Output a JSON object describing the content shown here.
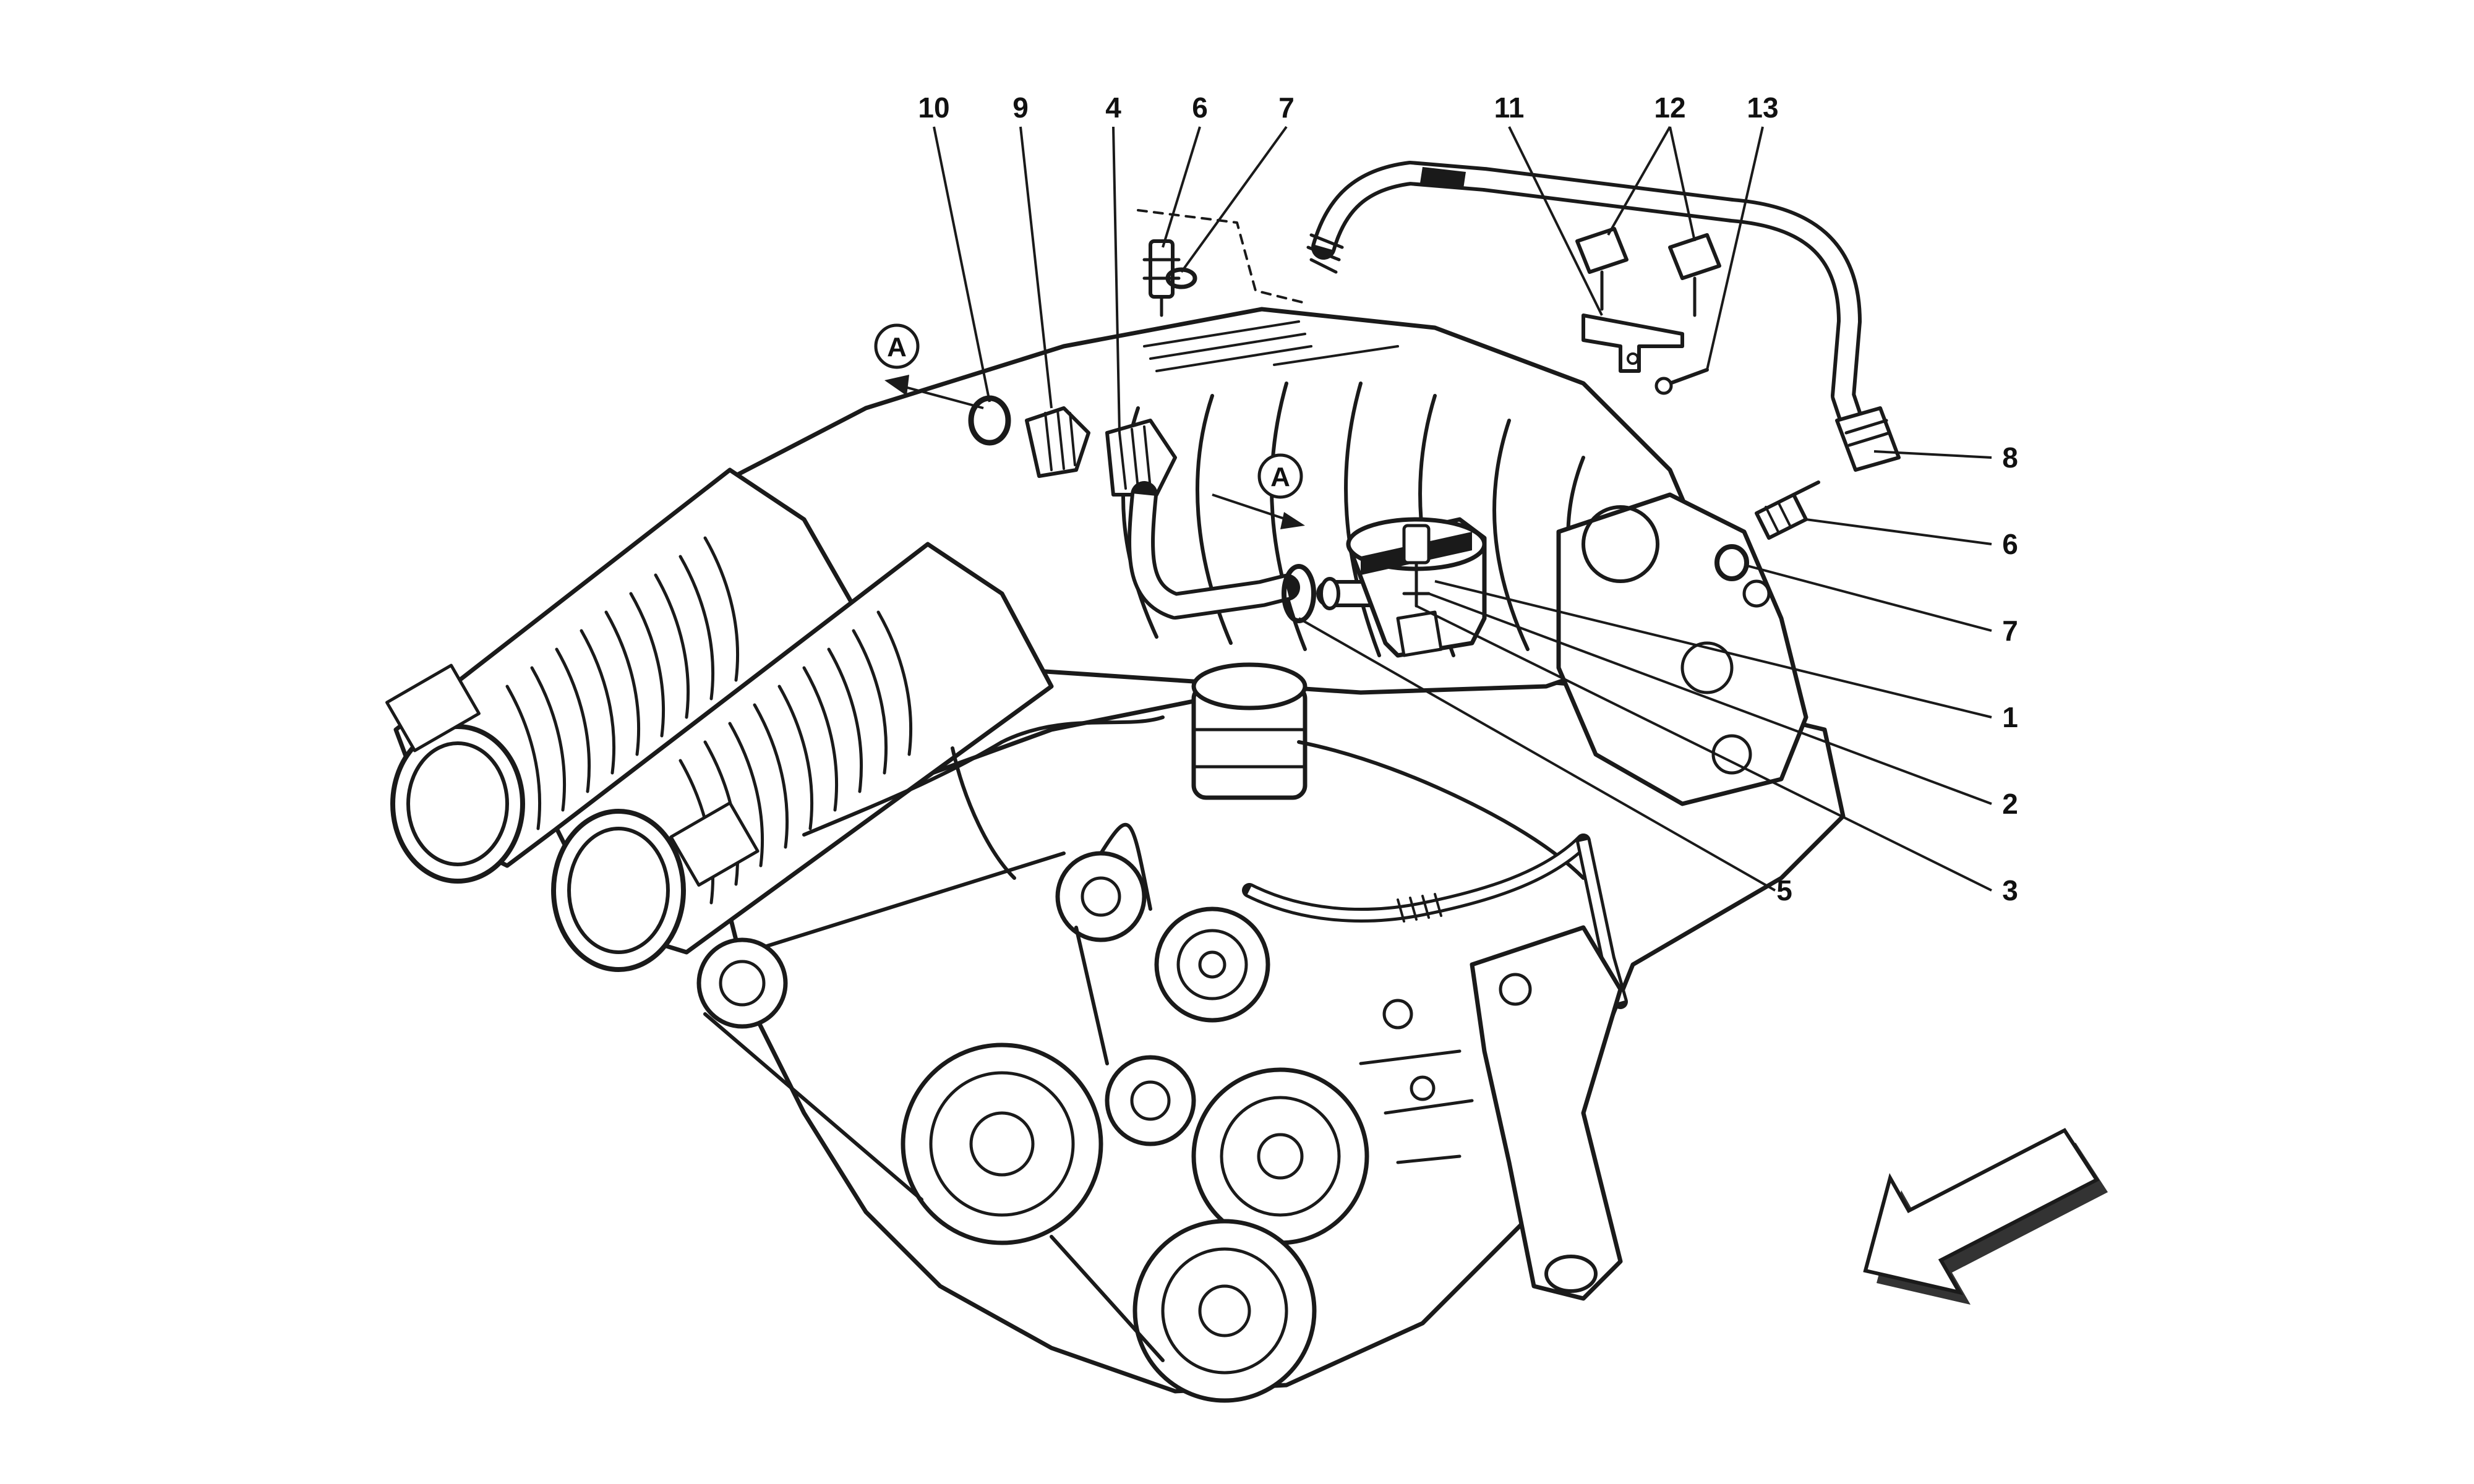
{
  "callouts": {
    "c10": "10",
    "c9": "9",
    "c4": "4",
    "c6_top": "6",
    "c7_top": "7",
    "c11": "11",
    "c12": "12",
    "c13": "13",
    "c8": "8",
    "c6_right": "6",
    "c7_right": "7",
    "c1": "1",
    "c2": "2",
    "c3": "3",
    "c5": "5"
  },
  "view_markers": {
    "left": "A",
    "center": "A"
  },
  "colors": {
    "ink": "#1a1a1a",
    "background": "#ffffff"
  }
}
